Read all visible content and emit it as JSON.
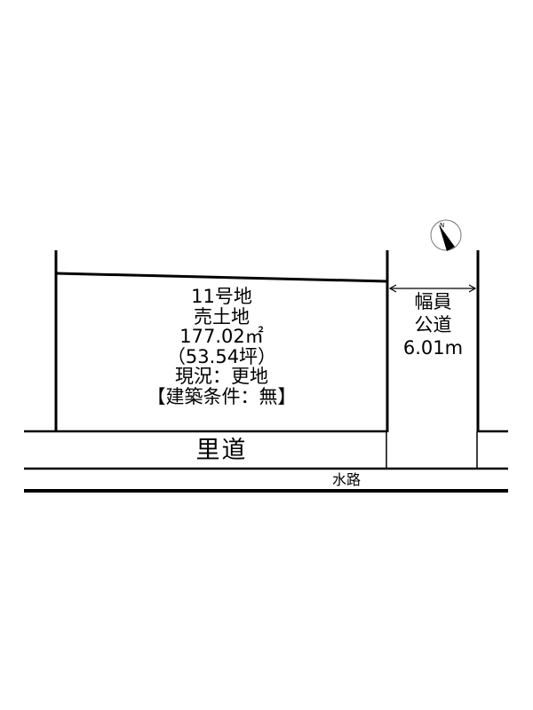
{
  "plot": {
    "lot_number": "11号地",
    "type": "売土地",
    "area_sqm": "177.02㎡",
    "area_tsubo": "（53.54坪）",
    "current_state": "現況：更地",
    "building_condition": "【建築条件：無】"
  },
  "public_road": {
    "line1": "幅員",
    "line2": "公道",
    "width": "6.01m"
  },
  "roads": {
    "satomichi": "里道",
    "waterway": "水路"
  },
  "compass": {
    "icon": "north-arrow-icon",
    "label": "N"
  },
  "colors": {
    "line": "#000000",
    "background": "#ffffff"
  }
}
